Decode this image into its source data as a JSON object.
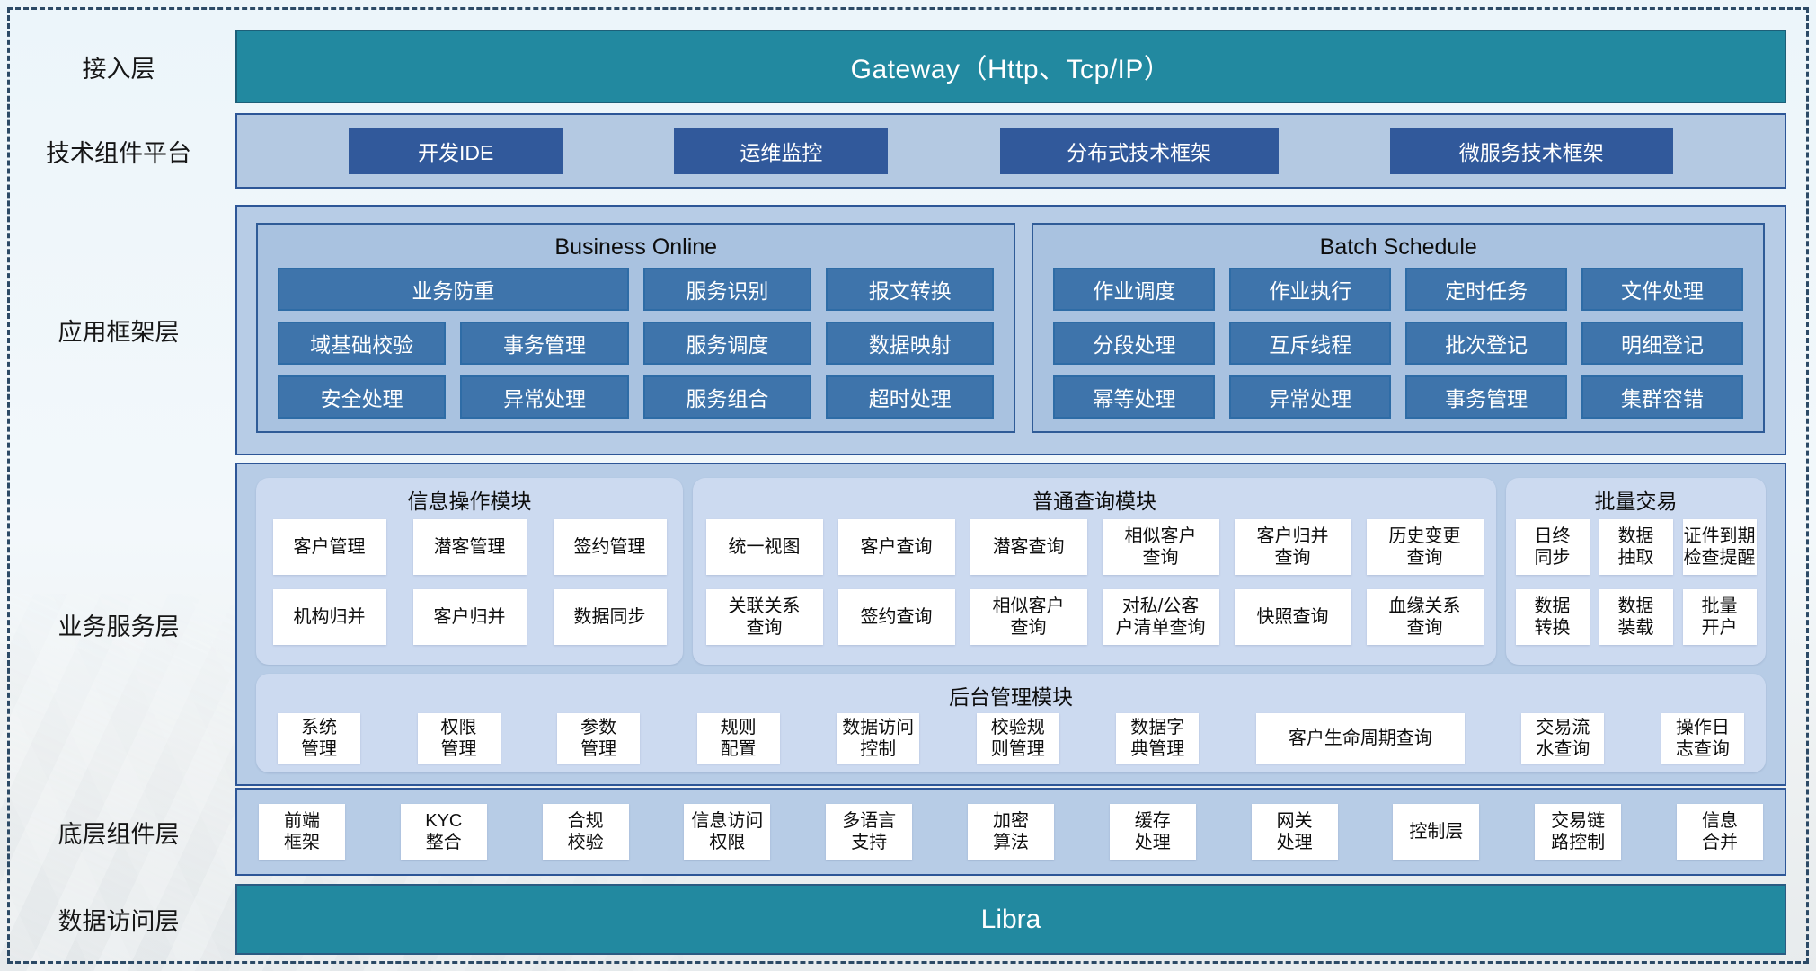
{
  "colors": {
    "teal_bar": "#2289a0",
    "dark_blue_button": "#31599b",
    "medium_blue_button": "#3e74ab",
    "container_bg": "#b7cce6",
    "panel_bg": "#a9c2e0",
    "module_bg": "#ccdaf0",
    "white_button": "#ffffff",
    "container_border": "#2d5697",
    "dashed_border": "#2c4a66"
  },
  "access_layer": {
    "label": "接入层",
    "gateway_label": "Gateway（Http、Tcp/IP）"
  },
  "tech_platform": {
    "label": "技术组件平台",
    "items": [
      {
        "label": "开发IDE"
      },
      {
        "label": "运维监控"
      },
      {
        "label": "分布式技术框架"
      },
      {
        "label": "微服务技术框架"
      }
    ]
  },
  "app_framework": {
    "label": "应用框架层",
    "panels": [
      {
        "title": "Business Online",
        "items": [
          {
            "label": "业务防重",
            "span": 2
          },
          {
            "label": "服务识别"
          },
          {
            "label": "报文转换"
          },
          {
            "label": "域基础校验"
          },
          {
            "label": "事务管理"
          },
          {
            "label": "服务调度"
          },
          {
            "label": "数据映射"
          },
          {
            "label": "安全处理"
          },
          {
            "label": "异常处理"
          },
          {
            "label": "服务组合"
          },
          {
            "label": "超时处理"
          }
        ]
      },
      {
        "title": "Batch Schedule",
        "items": [
          {
            "label": "作业调度"
          },
          {
            "label": "作业执行"
          },
          {
            "label": "定时任务"
          },
          {
            "label": "文件处理"
          },
          {
            "label": "分段处理"
          },
          {
            "label": "互斥线程"
          },
          {
            "label": "批次登记"
          },
          {
            "label": "明细登记"
          },
          {
            "label": "幂等处理"
          },
          {
            "label": "异常处理"
          },
          {
            "label": "事务管理"
          },
          {
            "label": "集群容错"
          }
        ]
      }
    ]
  },
  "business_service": {
    "label": "业务服务层",
    "modules": [
      {
        "title": "信息操作模块",
        "items": [
          {
            "label": "客户管理"
          },
          {
            "label": "潜客管理"
          },
          {
            "label": "签约管理"
          },
          {
            "label": "机构归并"
          },
          {
            "label": "客户归并"
          },
          {
            "label": "数据同步"
          }
        ]
      },
      {
        "title": "普通查询模块",
        "items": [
          {
            "label": "统一视图"
          },
          {
            "label": "客户查询"
          },
          {
            "label": "潜客查询"
          },
          {
            "label": "相似客户\n查询"
          },
          {
            "label": "客户归并\n查询"
          },
          {
            "label": "历史变更\n查询"
          },
          {
            "label": "关联关系\n查询"
          },
          {
            "label": "签约查询"
          },
          {
            "label": "相似客户\n查询"
          },
          {
            "label": "对私/公客\n户清单查询"
          },
          {
            "label": "快照查询"
          },
          {
            "label": "血缘关系\n查询"
          }
        ]
      },
      {
        "title": "批量交易",
        "items": [
          {
            "label": "日终\n同步"
          },
          {
            "label": "数据\n抽取"
          },
          {
            "label": "证件到期\n检查提醒"
          },
          {
            "label": "数据\n转换"
          },
          {
            "label": "数据\n装载"
          },
          {
            "label": "批量\n开户"
          }
        ]
      }
    ],
    "admin_module": {
      "title": "后台管理模块",
      "items": [
        {
          "label": "系统\n管理"
        },
        {
          "label": "权限\n管理"
        },
        {
          "label": "参数\n管理"
        },
        {
          "label": "规则\n配置"
        },
        {
          "label": "数据访问\n控制"
        },
        {
          "label": "校验规\n则管理"
        },
        {
          "label": "数据字\n典管理"
        },
        {
          "label": "客户生命周期查询",
          "wide": true
        },
        {
          "label": "交易流\n水查询"
        },
        {
          "label": "操作日\n志查询"
        }
      ]
    }
  },
  "base_components": {
    "label": "底层组件层",
    "items": [
      {
        "label": "前端\n框架"
      },
      {
        "label": "KYC\n整合"
      },
      {
        "label": "合规\n校验"
      },
      {
        "label": "信息访问\n权限"
      },
      {
        "label": "多语言\n支持"
      },
      {
        "label": "加密\n算法"
      },
      {
        "label": "缓存\n处理"
      },
      {
        "label": "网关\n处理"
      },
      {
        "label": "控制层"
      },
      {
        "label": "交易链\n路控制"
      },
      {
        "label": "信息\n合并"
      }
    ]
  },
  "data_access": {
    "label": "数据访问层",
    "bar_label": "Libra"
  }
}
